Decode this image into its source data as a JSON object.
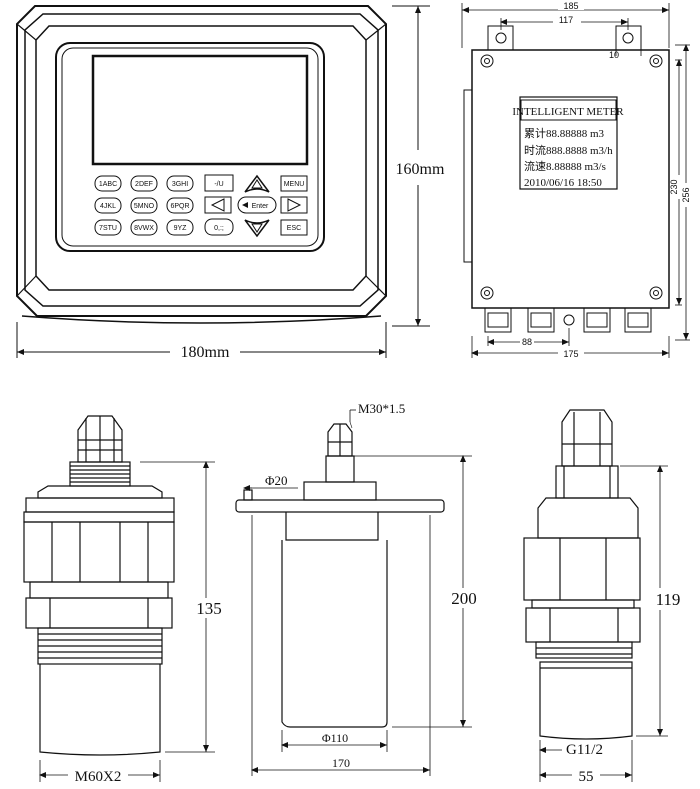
{
  "front_panel": {
    "width_label": "180mm",
    "height_label": "160mm",
    "keys": {
      "k1": "1ABC",
      "k2": "2DEF",
      "k3": "3GHI",
      "k_dash": "-/U",
      "k_menu": "MENU",
      "k4": "4JKL",
      "k5": "5MNO",
      "k6": "6PQR",
      "k_enter": "Enter",
      "k7": "7STU",
      "k8": "8VWX",
      "k9": "9YZ",
      "k0": "0,:;",
      "k_esc": "ESC"
    }
  },
  "enclosure": {
    "dims": {
      "total_width": "185",
      "hole_spacing": "117",
      "ear": "10",
      "height_inner": "230",
      "height_outer": "256",
      "bottom_gap": "88",
      "bottom_width": "175"
    },
    "label_title": "INTELLIGENT METER",
    "label_lines": [
      "累计88.88888  m3",
      "时流888.8888 m3/h",
      "流速8.88888  m3/s",
      "2010/06/16 18:50"
    ]
  },
  "sensor_left": {
    "height": "135",
    "thread": "M60X2"
  },
  "sensor_mid": {
    "thread": "M30*1.5",
    "hole": "Φ20",
    "height": "200",
    "diameter": "Φ110",
    "width": "170"
  },
  "sensor_right": {
    "height": "119",
    "thread": "G11/2",
    "width": "55"
  }
}
